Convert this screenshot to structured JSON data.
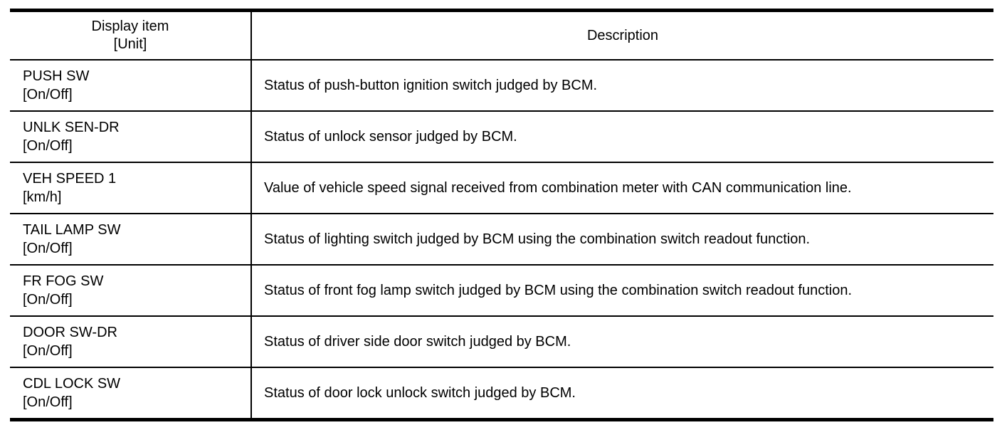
{
  "table": {
    "headers": {
      "item_line1": "Display item",
      "item_line2": "[Unit]",
      "description": "Description"
    },
    "rows": [
      {
        "item": "PUSH SW",
        "unit": "[On/Off]",
        "description": "Status of push-button ignition switch judged by BCM."
      },
      {
        "item": "UNLK SEN-DR",
        "unit": "[On/Off]",
        "description": "Status of unlock sensor judged by BCM."
      },
      {
        "item": "VEH SPEED 1",
        "unit": "[km/h]",
        "description": "Value of vehicle speed signal received from combination meter with CAN communication line."
      },
      {
        "item": "TAIL LAMP SW",
        "unit": "[On/Off]",
        "description": "Status of lighting switch judged by BCM using the combination switch readout function."
      },
      {
        "item": "FR FOG SW",
        "unit": "[On/Off]",
        "description": "Status of front fog lamp switch judged by BCM using the combination switch readout function."
      },
      {
        "item": "DOOR SW-DR",
        "unit": "[On/Off]",
        "description": "Status of driver side door switch judged by BCM."
      },
      {
        "item": "CDL LOCK SW",
        "unit": "[On/Off]",
        "description": "Status of door lock unlock switch judged by BCM."
      }
    ]
  },
  "colors": {
    "rule": "#000000",
    "text": "#000000",
    "background": "#ffffff"
  }
}
